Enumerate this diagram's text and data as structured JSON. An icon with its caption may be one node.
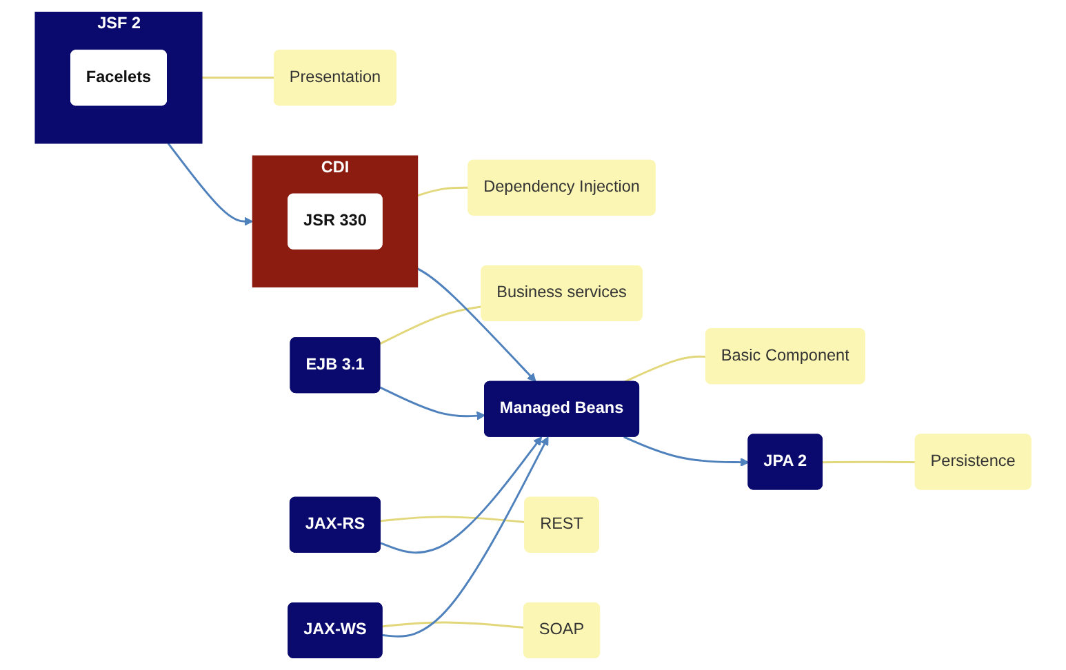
{
  "diagram": {
    "nodes": [
      {
        "text": [
          "Presentation"
        ]
      },
      {
        "text": [
          "JSF 2"
        ]
      },
      {
        "text": [
          "Facelets"
        ],
        "in": 1
      },
      {
        "text": [
          "Dependency Injection"
        ]
      },
      {
        "text": [
          "CDI"
        ]
      },
      {
        "text": [
          "JSR 330"
        ],
        "in": 4
      },
      {
        "text": [
          "Business services"
        ]
      },
      {
        "text": [
          "EJB 3.1"
        ]
      },
      {
        "text": [
          "Basic Component"
        ]
      },
      {
        "text": [
          "Managed Beans"
        ]
      },
      {
        "text": [
          "REST"
        ]
      },
      {
        "text": [
          "JAX-RS"
        ]
      },
      {
        "text": [
          "SOAP"
        ]
      },
      {
        "text": [
          "JAX-WS"
        ]
      },
      {
        "text": [
          "Persistence"
        ]
      },
      {
        "text": [
          "JPA 2"
        ]
      }
    ],
    "edges": [
      {
        "from": 0,
        "to": 1,
        "arrow": "none"
      },
      {
        "from": 1,
        "to": 4,
        "arrow": "to",
        "color": "#4f81bd"
      },
      {
        "from": 3,
        "to": 4,
        "arrow": "none"
      },
      {
        "from": 4,
        "to": 9,
        "arrow": "to",
        "color": "#4f81bd"
      },
      {
        "from": 6,
        "to": 7,
        "arrow": "none"
      },
      {
        "from": 7,
        "to": 9,
        "arrow": "to",
        "color": "#4f81bd"
      },
      {
        "from": 8,
        "to": 9,
        "arrow": "none"
      },
      {
        "from": 10,
        "to": 11,
        "arrow": "none"
      },
      {
        "from": 11,
        "to": 9,
        "arrow": "to",
        "color": "#4f81bd"
      },
      {
        "from": 12,
        "to": 13,
        "arrow": "none"
      },
      {
        "from": 13,
        "to": 9,
        "arrow": "to",
        "color": "#4f81bd"
      },
      {
        "from": 9,
        "to": 15,
        "arrow": "to",
        "color": "#4f81bd"
      },
      {
        "from": 14,
        "to": 15,
        "arrow": "none"
      }
    ]
  }
}
